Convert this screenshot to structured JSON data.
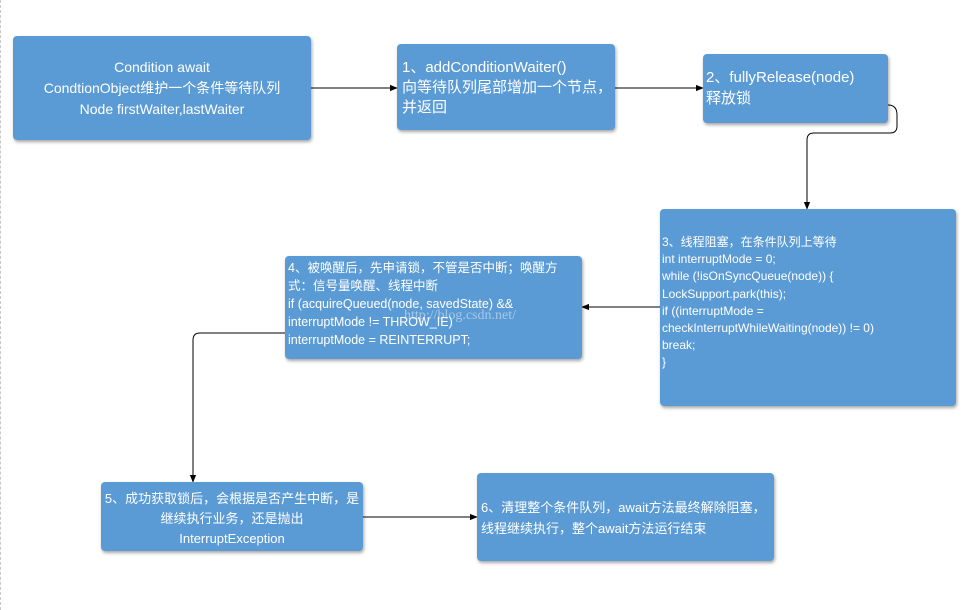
{
  "boxes": {
    "b0": "Condition await\nCondtionObject维护一个条件等待队列\nNode firstWaiter,lastWaiter",
    "b1": "1、addConditionWaiter()\n向等待队列尾部增加一个节点，并返回",
    "b2": "2、fullyRelease(node)\n释放锁",
    "b3": "3、线程阻塞，在条件队列上等待\nint interruptMode = 0;\n            while (!isOnSyncQueue(node)) {\n                LockSupport.park(this);\n                if ((interruptMode =\ncheckInterruptWhileWaiting(node)) != 0)\n                    break;\n            }",
    "b4": "4、被唤醒后，先申请锁，不管是否中断；唤醒方式：信号量唤醒、线程中断\n if (acquireQueued(node, savedState) &&\ninterruptMode != THROW_IE)\n             interruptMode = REINTERRUPT;",
    "b5": "5、成功获取锁后，会根据是否产生中断，是继续执行业务，还是抛出\nInterruptException",
    "b6": "6、清理整个条件队列，await方法最终解除阻塞，线程继续执行，整个await方法运行结束"
  },
  "watermark": "http://blog.csdn.net/",
  "colors": {
    "box_fill": "#5b9bd5",
    "connector": "#000000",
    "text": "#ffffff"
  }
}
